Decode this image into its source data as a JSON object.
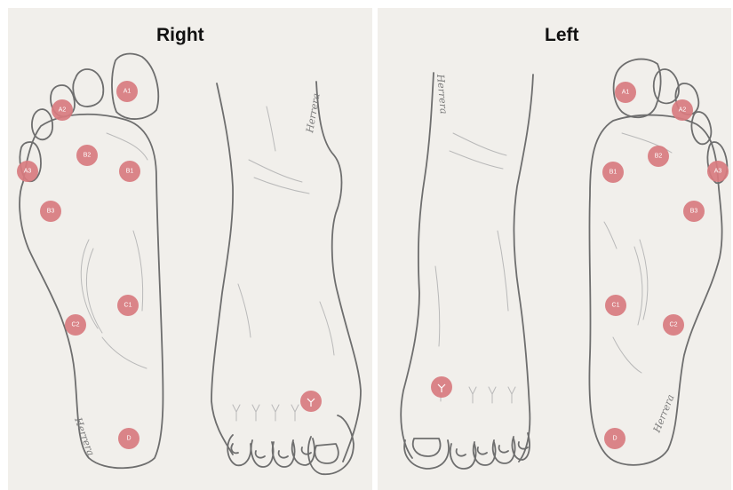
{
  "titles": {
    "right": "Right",
    "left": "Left"
  },
  "signature": "Herrera",
  "colors": {
    "point": "#d87b7f",
    "panel": "#f1efeb",
    "line": "#6e6e6e"
  },
  "points": [
    {
      "id": "right-A1",
      "label": "A1"
    },
    {
      "id": "right-A2",
      "label": "A2"
    },
    {
      "id": "right-A3",
      "label": "A3"
    },
    {
      "id": "right-B1",
      "label": "B1"
    },
    {
      "id": "right-B2",
      "label": "B2"
    },
    {
      "id": "right-B3",
      "label": "B3"
    },
    {
      "id": "right-C1",
      "label": "C1"
    },
    {
      "id": "right-C2",
      "label": "C2"
    },
    {
      "id": "right-D",
      "label": "D"
    },
    {
      "id": "right-dorsal",
      "label": ""
    },
    {
      "id": "left-A1",
      "label": "A1"
    },
    {
      "id": "left-A2",
      "label": "A2"
    },
    {
      "id": "left-A3",
      "label": "A3"
    },
    {
      "id": "left-B1",
      "label": "B1"
    },
    {
      "id": "left-B2",
      "label": "B2"
    },
    {
      "id": "left-B3",
      "label": "B3"
    },
    {
      "id": "left-C1",
      "label": "C1"
    },
    {
      "id": "left-C2",
      "label": "C2"
    },
    {
      "id": "left-D",
      "label": "D"
    },
    {
      "id": "left-dorsal",
      "label": ""
    }
  ]
}
